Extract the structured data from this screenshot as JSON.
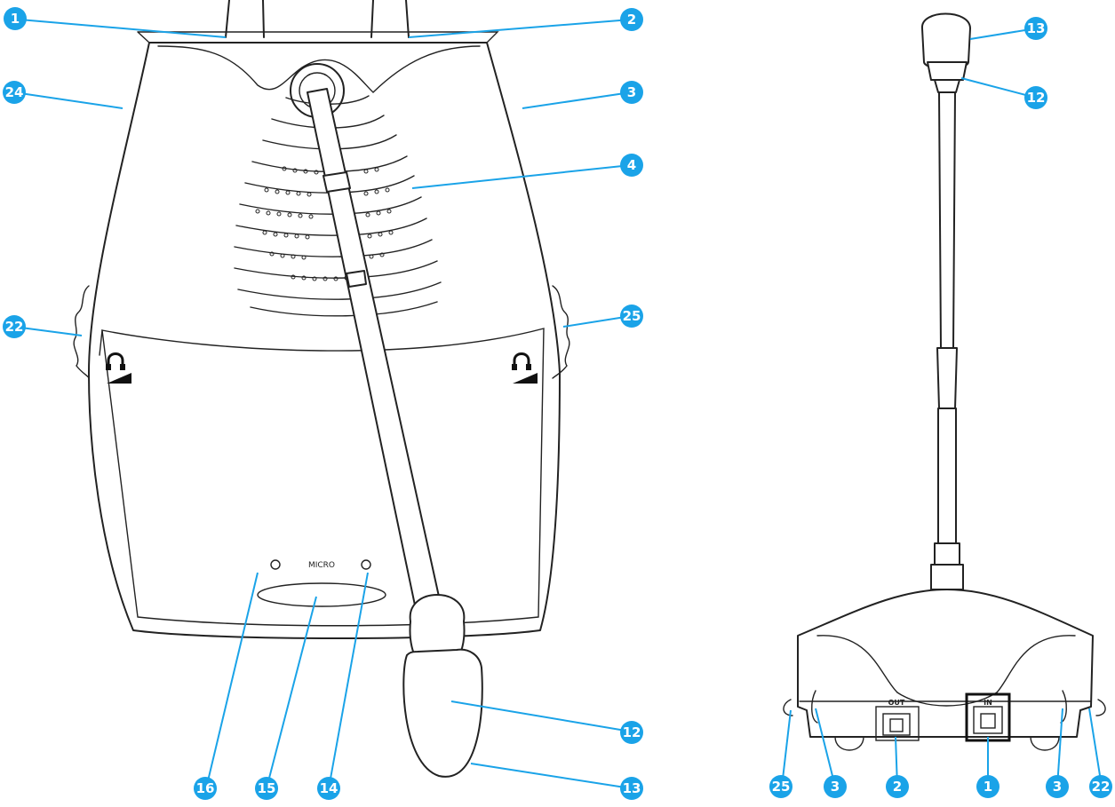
{
  "front_view": {
    "panel_label": "MICRO",
    "callouts": [
      "1",
      "2",
      "24",
      "3",
      "4",
      "22",
      "25",
      "12",
      "13",
      "16",
      "15",
      "14"
    ]
  },
  "side_view": {
    "port_out_label": "OUT",
    "port_in_label": "IN",
    "callouts": [
      "13",
      "12",
      "25",
      "3",
      "2",
      "1",
      "3",
      "22"
    ]
  },
  "colors": {
    "callout": "#1aa3e8",
    "outline": "#222222",
    "background": "#ffffff"
  },
  "icons": {
    "headphone_volume_left": "headphone-volume-icon",
    "headphone_volume_right": "headphone-volume-icon"
  }
}
